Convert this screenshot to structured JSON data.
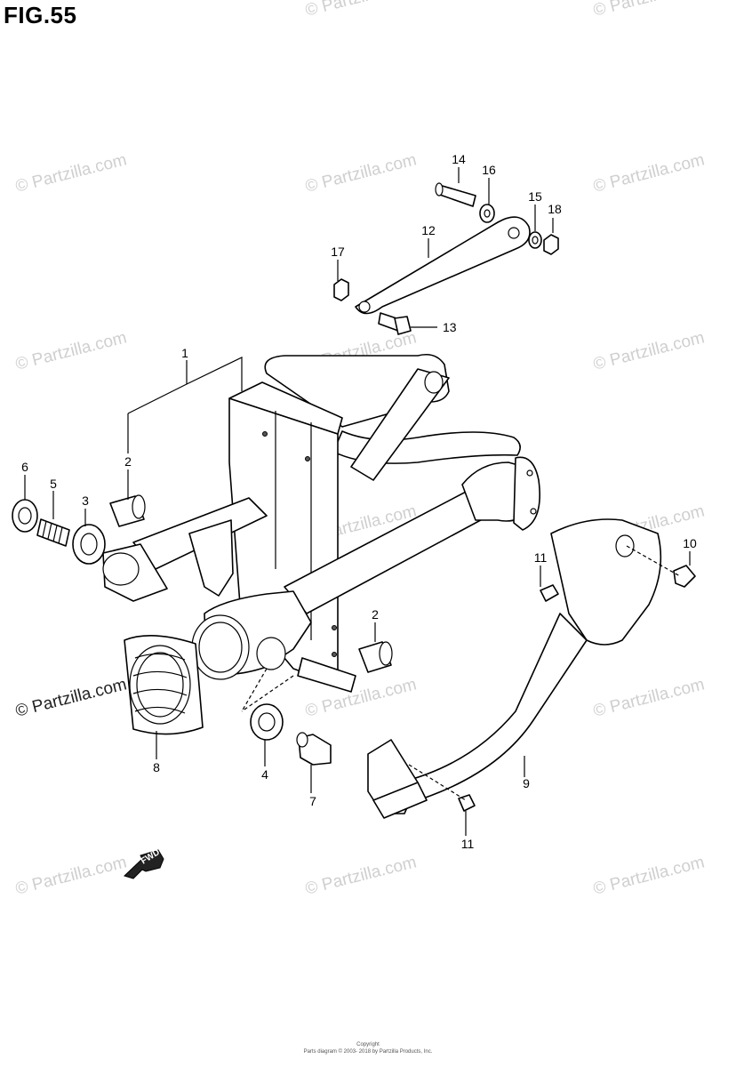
{
  "figure": {
    "title": "FIG.55"
  },
  "watermark": {
    "text": "© Partzilla.com",
    "faint_color": "#cfcfcf",
    "strong_color": "#222222"
  },
  "callouts": {
    "c1": "1",
    "c2a": "2",
    "c2b": "2",
    "c3": "3",
    "c4": "4",
    "c5": "5",
    "c6": "6",
    "c7": "7",
    "c8": "8",
    "c9": "9",
    "c10": "10",
    "c11a": "11",
    "c11b": "11",
    "c12": "12",
    "c13": "13",
    "c14": "14",
    "c15": "15",
    "c16": "16",
    "c17": "17",
    "c18": "18"
  },
  "direction_arrow": {
    "label": "FWD"
  },
  "footer": {
    "line1": "Copyright",
    "line2": "Parts diagram © 2003- 2018 by Partzilla Products, Inc."
  }
}
